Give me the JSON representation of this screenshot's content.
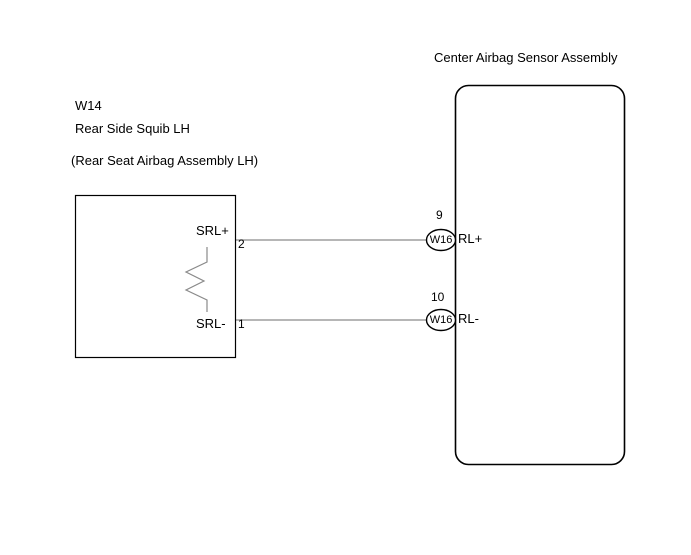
{
  "diagram": {
    "title": "Center Airbag Sensor Assembly",
    "component": {
      "code": "W14",
      "name": "Rear Side Squib LH",
      "subtitle": "(Rear Seat Airbag Assembly LH)"
    },
    "squib_pins": [
      {
        "signal": "SRL+",
        "number": "2"
      },
      {
        "signal": "SRL-",
        "number": "1"
      }
    ],
    "sensor_connectors": [
      {
        "pin": "9",
        "code": "W16",
        "signal": "RL+"
      },
      {
        "pin": "10",
        "code": "W16",
        "signal": "RL-"
      }
    ],
    "colors": {
      "outline": "#000000",
      "wire": "#8a8a8a",
      "background": "#ffffff"
    }
  }
}
